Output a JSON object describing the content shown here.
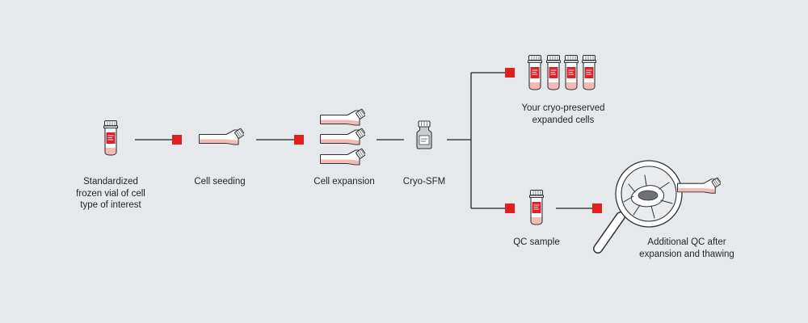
{
  "colors": {
    "background": "#e6e9eb",
    "connector": "#1f2328",
    "node_marker": "#e0201d",
    "label_accent": "#d9232a",
    "medium_pink": "#f2b9b5",
    "outline": "#2f3336",
    "vessel_white": "#ffffff",
    "bottle_gray": "#c9ccd0"
  },
  "steps": {
    "frozen_vial": {
      "label": "Standardized\nfrozen vial of cell\ntype of interest",
      "icon": "cryovial-icon"
    },
    "cell_seeding": {
      "label": "Cell seeding",
      "icon": "culture-flask-icon"
    },
    "cell_expansion": {
      "label": "Cell expansion",
      "icon": "culture-flask-stack-icon"
    },
    "cryo_sfm": {
      "label": "Cryo-SFM",
      "icon": "medium-bottle-icon"
    },
    "preserved_cells": {
      "label": "Your cryo-preserved\nexpanded cells",
      "icon": "cryovial-set-icon"
    },
    "qc_sample": {
      "label": "QC sample",
      "icon": "cryovial-icon"
    },
    "additional_qc": {
      "label": "Additional QC after\nexpansion and thawing",
      "icon": "magnifier-icon"
    }
  }
}
